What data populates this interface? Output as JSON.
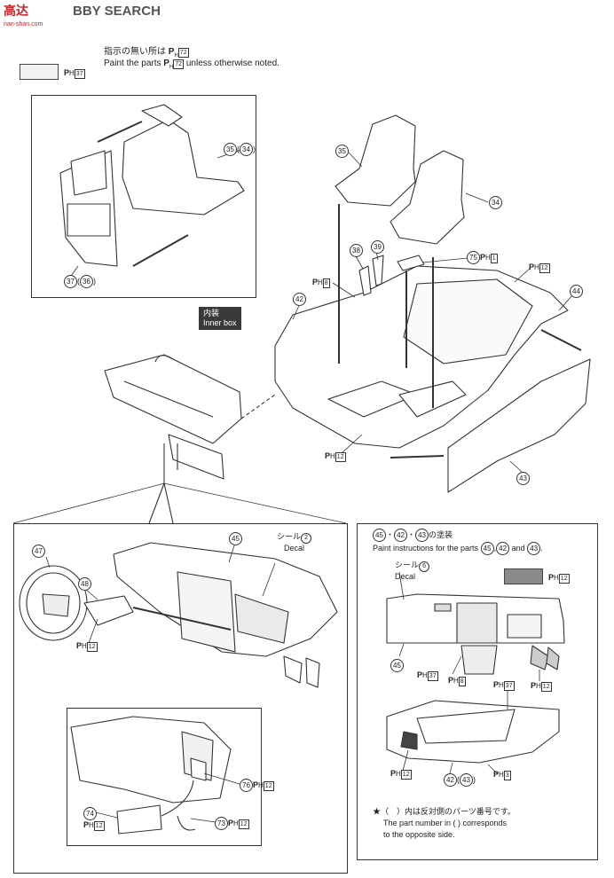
{
  "header": {
    "logo_glyphs": "高达",
    "logo_site": "nan-shan.com",
    "brand_text": "BBY SEARCH"
  },
  "top_note": {
    "jp": "指示の無い所は",
    "jp_code": "72",
    "en_prefix": "Paint the parts",
    "en_code": "72",
    "en_suffix": "unless otherwise noted.",
    "swatch_code": "37"
  },
  "inner_box": {
    "jp": "内装",
    "en": "Inner box"
  },
  "seat_box": {
    "part_35_34": "35",
    "part_34_paren": "34",
    "part_37": "37",
    "part_36_paren": "36"
  },
  "main_parts": {
    "p35": "35",
    "p34": "34",
    "p38": "38",
    "p39": "39",
    "p75": "75",
    "p75_code": "1",
    "p12a": "12",
    "p8": "8",
    "p42": "42",
    "p44": "44",
    "p12b": "12",
    "p43": "43"
  },
  "dash_box": {
    "p45": "45",
    "p47": "47",
    "p48": "48",
    "seal_jp": "シール",
    "seal_num": "2",
    "seal_en": "Decal",
    "ph12": "12",
    "p76": "76",
    "p76_code": "12",
    "p74": "74",
    "p74_code": "12",
    "p73": "73",
    "p73_code": "12"
  },
  "paint_box": {
    "title_parts": [
      "45",
      "42",
      "43"
    ],
    "title_jp_suffix": "の塗装",
    "instr_prefix": "Paint instructions for the parts",
    "instr_and": "and",
    "seal_jp": "シール",
    "seal_num": "6",
    "seal_en": "Decal",
    "swatch_code": "12",
    "p45": "45",
    "ph37a": "37",
    "ph8": "8",
    "ph12a": "12",
    "ph37b": "37",
    "ph12b": "12",
    "p42": "42",
    "p43": "43",
    "ph3": "3",
    "note_jp": "★（　）内は反対側のパーツ番号です。",
    "note_en1": "The part number in (   ) corresponds",
    "note_en2": "to the opposite side."
  },
  "colors": {
    "swatch_dark": "#8a8a8a",
    "swatch_light": "#f2f2f2",
    "label_bg": "#3a3a3a"
  }
}
